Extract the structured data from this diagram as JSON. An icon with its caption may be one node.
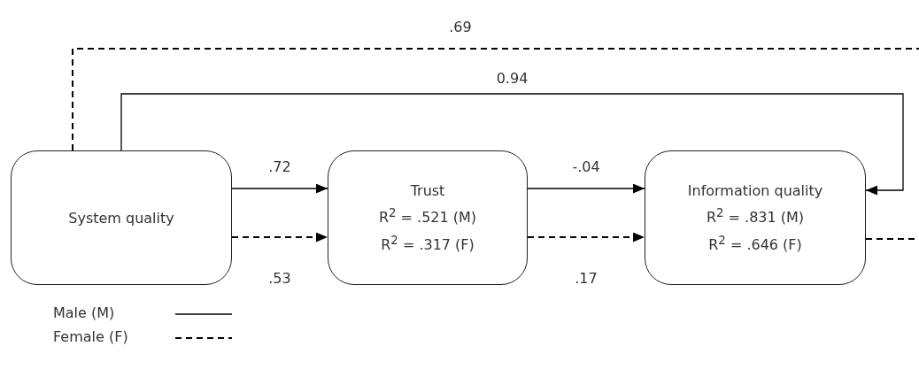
{
  "diagram": {
    "nodes": [
      {
        "text": [
          "System quality"
        ]
      },
      {
        "text": [
          "Trust",
          "R$^{2}$ = .521 (M)",
          "R$^{2}$ = .317 (F)"
        ]
      },
      {
        "text": [
          "Information quality",
          "R$^{2}$ = .831 (M)",
          "R$^{2}$ = .646 (F)"
        ]
      }
    ],
    "edges": [
      {
        "from": 0,
        "to": 1,
        "arrow": "to",
        "label": ".72"
      },
      {
        "from": 0,
        "to": 1,
        "arrow": "to",
        "label": ".53",
        "style": "dashed"
      },
      {
        "from": 1,
        "to": 2,
        "arrow": "to",
        "label": "-.04"
      },
      {
        "from": 1,
        "to": 2,
        "arrow": "to",
        "label": ".17",
        "style": "dashed"
      },
      {
        "from": 0,
        "to": 2,
        "arrow": "to",
        "label": "0.94"
      },
      {
        "from": 0,
        "to": null,
        "arrow": "none",
        "label": ".69",
        "style": "dashed"
      },
      {
        "from": 2,
        "to": null,
        "arrow": "none",
        "style": "dashed"
      }
    ],
    "legend": [
      {
        "text": "Male (M)"
      },
      {
        "text": "Female (F)"
      }
    ]
  }
}
